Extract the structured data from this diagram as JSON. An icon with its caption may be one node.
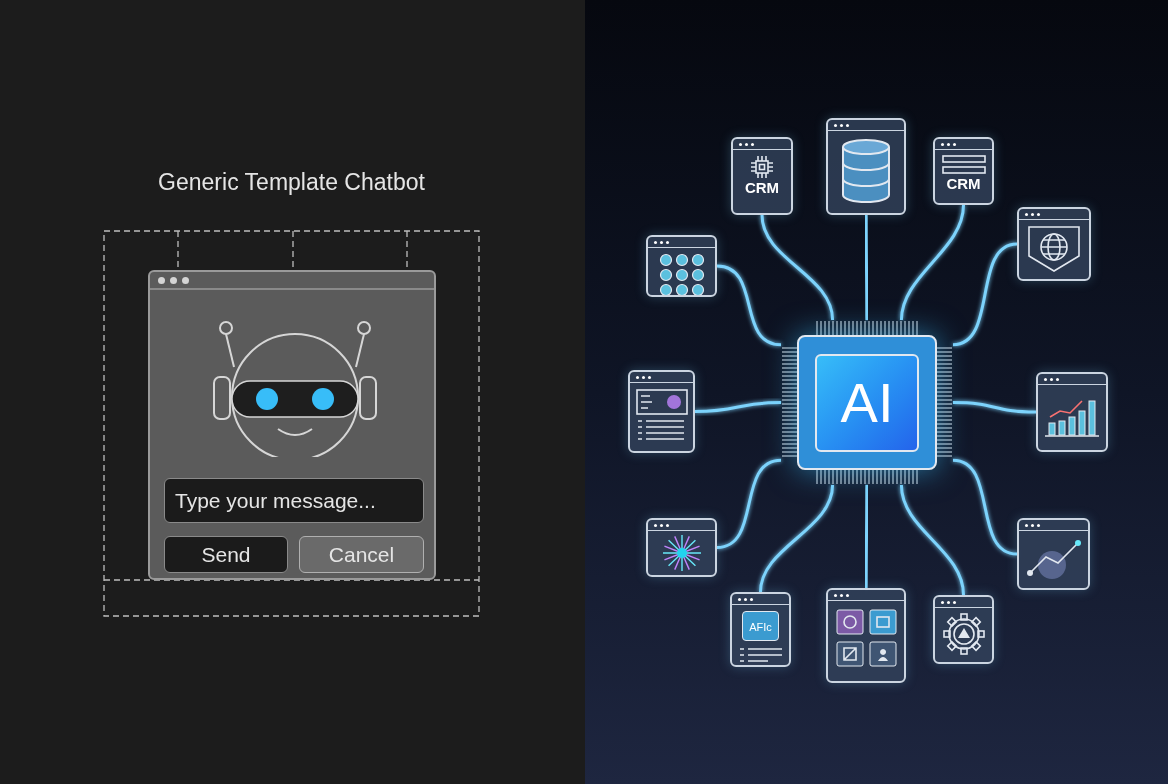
{
  "diagram": {
    "nodes": [
      {
        "text": [
          "Generic Template Chatbot"
        ]
      },
      {
        "text": [],
        "shape": "box",
        "in": 0
      },
      {
        "text": [
          "Type your message..."
        ],
        "in": 1
      },
      {
        "text": [
          "Send"
        ],
        "in": 1
      },
      {
        "text": [
          "Cancel"
        ],
        "in": 1
      },
      {
        "text": [
          "CRM"
        ]
      },
      {
        "text": [],
        "shape": "box"
      },
      {
        "text": [
          "CRM"
        ]
      },
      {
        "text": [],
        "shape": "box"
      },
      {
        "text": [],
        "shape": "box"
      },
      {
        "text": [
          "AI"
        ]
      },
      {
        "text": [],
        "shape": "box"
      },
      {
        "text": [],
        "shape": "box"
      },
      {
        "text": [],
        "shape": "box"
      },
      {
        "text": [],
        "shape": "box"
      },
      {
        "text": [
          "AFIc"
        ]
      },
      {
        "text": [],
        "shape": "box"
      },
      {
        "text": [],
        "shape": "box"
      }
    ],
    "edges": [
      {
        "from": 10,
        "to": 5,
        "arrow": "none"
      },
      {
        "from": 10,
        "to": 6,
        "arrow": "none"
      },
      {
        "from": 10,
        "to": 7,
        "arrow": "none"
      },
      {
        "from": 10,
        "to": 8,
        "arrow": "none"
      },
      {
        "from": 10,
        "to": 9,
        "arrow": "none"
      },
      {
        "from": 10,
        "to": 11,
        "arrow": "none"
      },
      {
        "from": 10,
        "to": 12,
        "arrow": "none"
      },
      {
        "from": 10,
        "to": 13,
        "arrow": "none"
      },
      {
        "from": 10,
        "to": 14,
        "arrow": "none"
      },
      {
        "from": 10,
        "to": 15,
        "arrow": "none"
      },
      {
        "from": 10,
        "to": 16,
        "arrow": "none"
      },
      {
        "from": 10,
        "to": 17,
        "arrow": "none"
      }
    ]
  }
}
